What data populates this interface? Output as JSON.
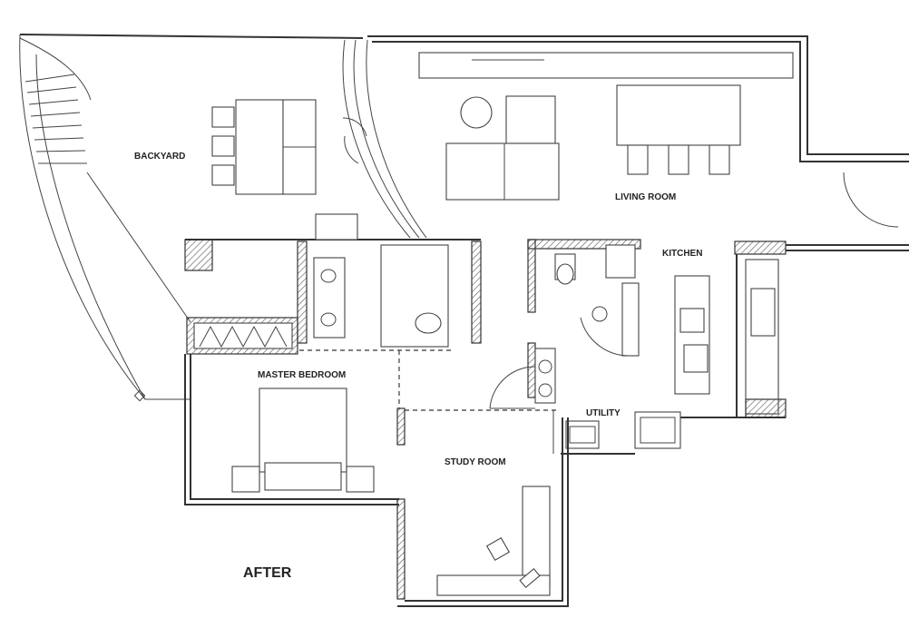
{
  "rooms": {
    "backyard": "BACKYARD",
    "living_room": "LIVING ROOM",
    "kitchen": "KITCHEN",
    "master_bedroom": "MASTER BEDROOM",
    "utility": "UTILITY",
    "study_room": "STUDY ROOM"
  },
  "title": "AFTER"
}
